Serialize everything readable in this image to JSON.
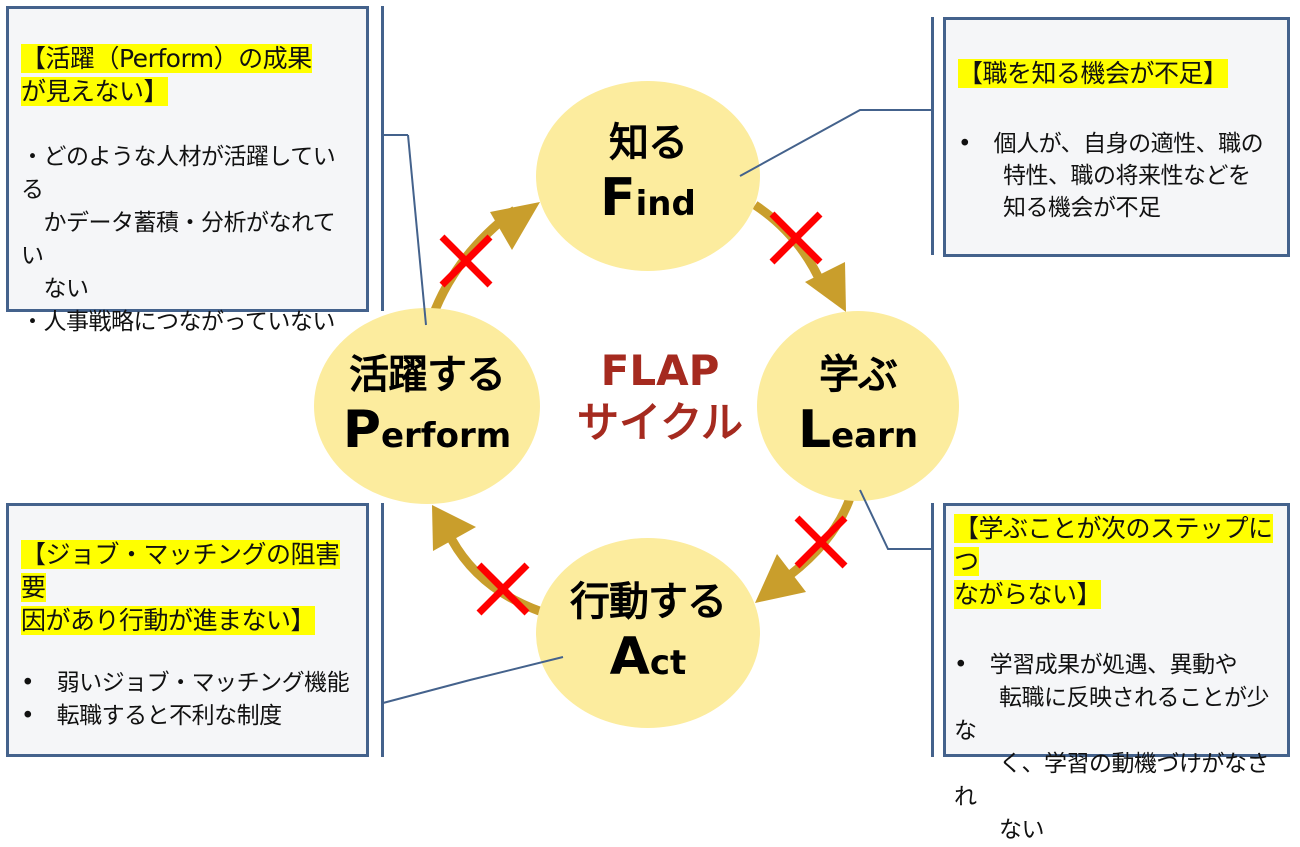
{
  "colors": {
    "circle_fill": "#fcec9e",
    "arrow": "#c99e2c",
    "cross": "#ff0000",
    "box_border": "#44628c",
    "box_fill": "#f5f6f8",
    "highlight": "#ffff00",
    "center_title": "#a52a1f"
  },
  "center": {
    "line1": "FLAP",
    "line2": "サイクル"
  },
  "stages": [
    {
      "id": "find",
      "jp": "知る",
      "en_initial": "F",
      "en_rest": "ind"
    },
    {
      "id": "learn",
      "jp": "学ぶ",
      "en_initial": "L",
      "en_rest": "earn"
    },
    {
      "id": "act",
      "jp": "行動する",
      "en_initial": "A",
      "en_rest": "ct"
    },
    {
      "id": "perform",
      "jp": "活躍する",
      "en_initial": "P",
      "en_rest": "erform"
    }
  ],
  "issues": {
    "perform": {
      "heading_line1": "【活躍（Perform）の成果",
      "heading_line2": "が見えない】",
      "bullets": [
        "・どのような人材が活躍している",
        "　かデータ蓄積・分析がなれてい",
        "　ない",
        "・人事戦略につながっていない"
      ]
    },
    "find": {
      "heading_line1": "【職を知る機会が不足】",
      "bullets": [
        "•　個人が、自身の適性、職の",
        "　　特性、職の将来性などを",
        "　　知る機会が不足"
      ]
    },
    "learn": {
      "heading_line1": "【学ぶことが次のステップにつ",
      "heading_line2": "ながらない】",
      "bullets": [
        "•　学習成果が処遇、異動や",
        "　　転職に反映されることが少な",
        "　　く、学習の動機づけがなされ",
        "　　ない"
      ]
    },
    "act": {
      "heading_line1": "【ジョブ・マッチングの阻害要",
      "heading_line2": "因があり行動が進まない】",
      "bullets": [
        "•　弱いジョブ・マッチング機能",
        "•　転職すると不利な制度"
      ]
    }
  }
}
